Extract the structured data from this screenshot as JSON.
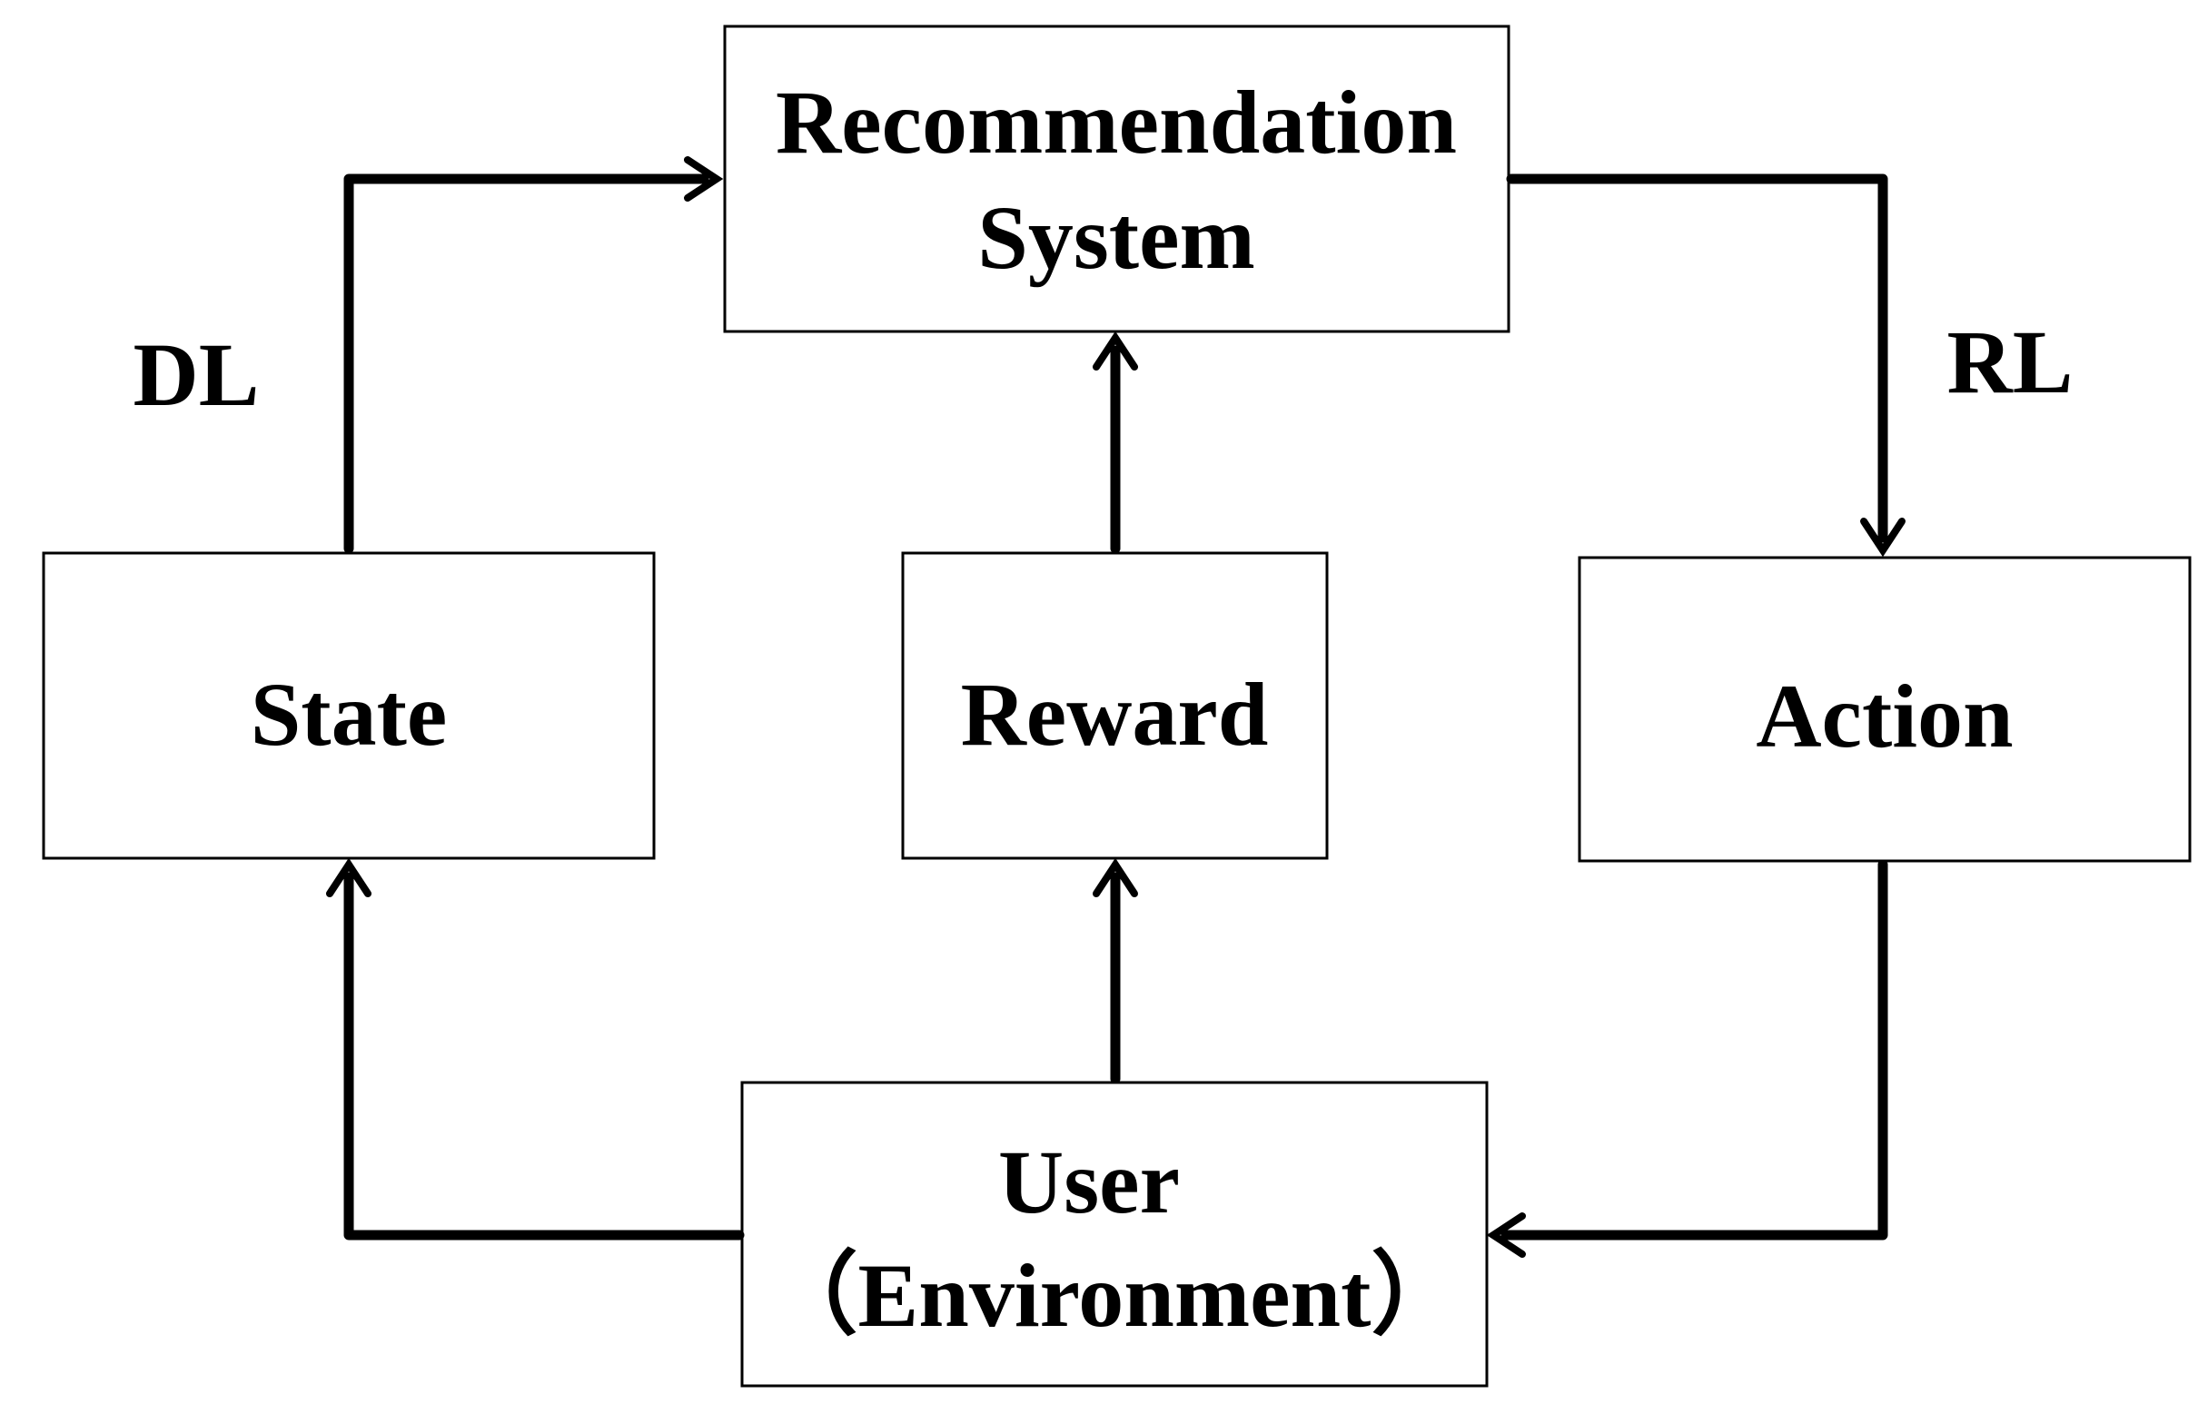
{
  "nodes": {
    "recommendation_system": {
      "line1": "Recommendation",
      "line2": "System"
    },
    "state": {
      "label": "State"
    },
    "reward": {
      "label": "Reward"
    },
    "action": {
      "label": "Action"
    },
    "user": {
      "line1": "User",
      "line2": "（Environment）"
    }
  },
  "edge_labels": {
    "dl": "DL",
    "rl": "RL"
  },
  "colors": {
    "stroke": "#000000",
    "background": "#ffffff"
  }
}
